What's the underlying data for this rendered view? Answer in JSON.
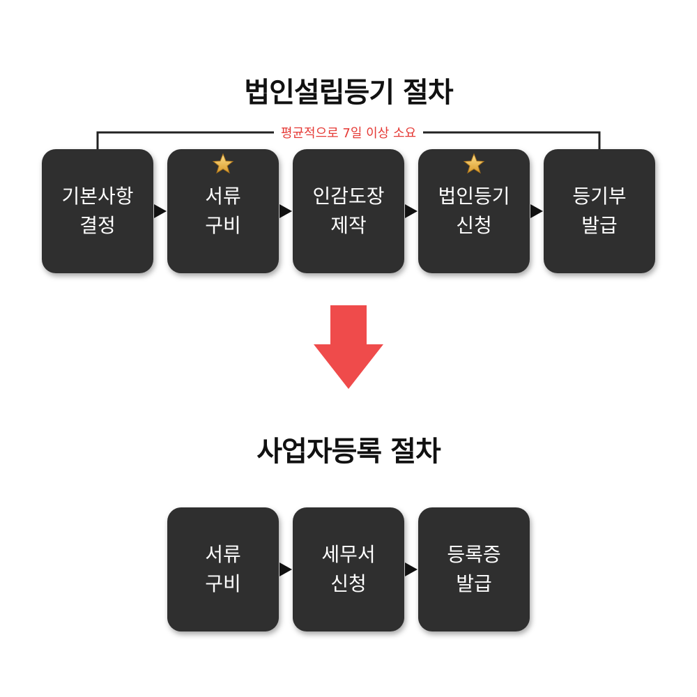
{
  "section1": {
    "title": "법인설립등기 절차",
    "duration_label": "평균적으로 7일 이상 소요",
    "steps": [
      {
        "line1": "기본사항",
        "line2": "결정",
        "starred": false
      },
      {
        "line1": "서류",
        "line2": "구비",
        "starred": true
      },
      {
        "line1": "인감도장",
        "line2": "제작",
        "starred": false
      },
      {
        "line1": "법인등기",
        "line2": "신청",
        "starred": true
      },
      {
        "line1": "등기부",
        "line2": "발급",
        "starred": false
      }
    ]
  },
  "section2": {
    "title": "사업자등록 절차",
    "steps": [
      {
        "line1": "서류",
        "line2": "구비"
      },
      {
        "line1": "세무서",
        "line2": "신청"
      },
      {
        "line1": "등록증",
        "line2": "발급"
      }
    ]
  },
  "colors": {
    "box": "#2f2f2f",
    "transition_arrow": "#ef4b4b",
    "duration_label": "#e53935",
    "star": "#f2c14e"
  },
  "icons": {
    "star": "star-icon",
    "flow_arrow": "arrow-right-icon",
    "transition": "arrow-down-icon"
  }
}
